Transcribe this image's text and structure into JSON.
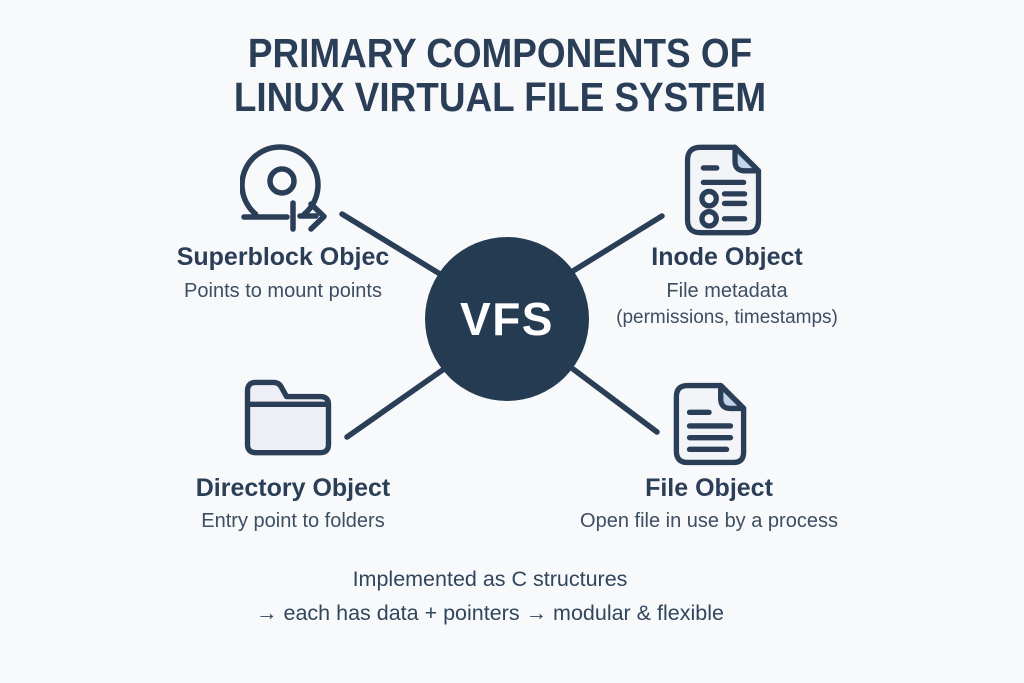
{
  "title": {
    "line1": "PRIMARY COMPONENTS OF",
    "line2": "LINUX VIRTUAL FILE SYSTEM"
  },
  "hub": {
    "label": "VFS"
  },
  "nodes": {
    "superblock": {
      "label": "Superblock Objec",
      "sublabel": "Points to mount points",
      "icon": "disk-mount-arrow-icon"
    },
    "inode": {
      "label": "Inode Object",
      "sublabel": "File metadata",
      "sublabel2": "(permissions, timestamps)",
      "icon": "document-list-icon"
    },
    "directory": {
      "label": "Directory Object",
      "sublabel": "Entry point to folders",
      "icon": "folder-icon"
    },
    "file": {
      "label": "File Object",
      "sublabel": "Open file in use by a process",
      "icon": "document-text-icon"
    }
  },
  "footer": {
    "line1": "Implemented as C structures",
    "line2": "→ each has data + pointers → modular & flexible"
  },
  "colors": {
    "background": "#f8f9fa",
    "navy": "#2a3e58",
    "hub_fill": "#253b52",
    "doc_fill": "#f2f4f8",
    "fold_fill": "#c3d4e8",
    "folder_fill": "#edeff4",
    "subtitle": "#3d4e63",
    "footer_color": "#31455c"
  }
}
